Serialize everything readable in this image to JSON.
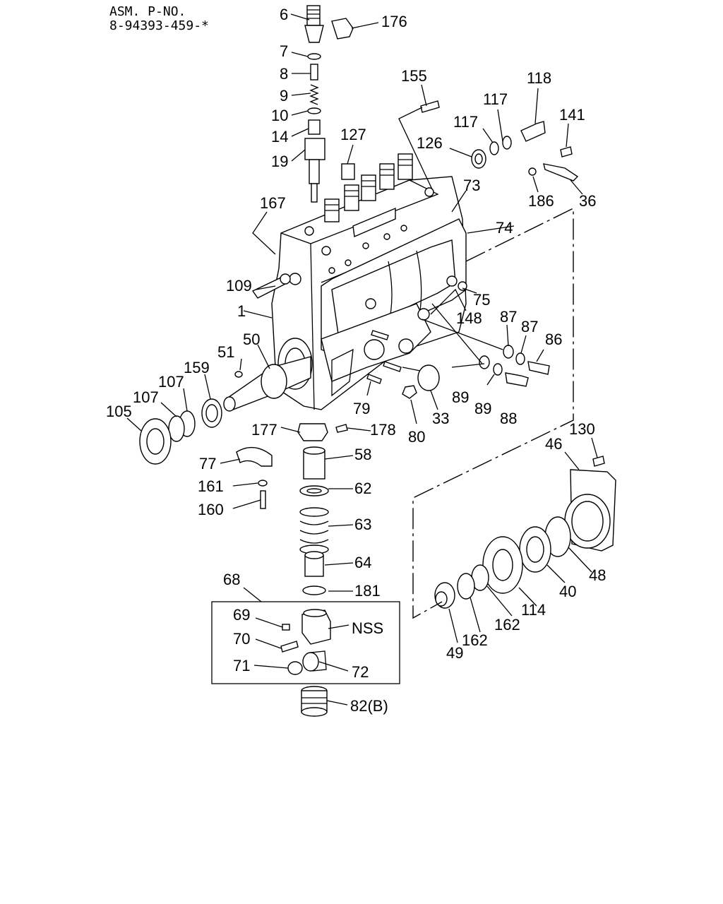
{
  "header": {
    "line1": "ASM. P-NO.",
    "line2": "8-94393-459-*"
  },
  "labels": {
    "p6": "6",
    "p176": "176",
    "p7": "7",
    "p8": "8",
    "p9": "9",
    "p10": "10",
    "p14": "14",
    "p19": "19",
    "p127": "127",
    "p155": "155",
    "p117a": "117",
    "p117b": "117",
    "p118": "118",
    "p141": "141",
    "p126": "126",
    "p186": "186",
    "p36": "36",
    "p73": "73",
    "p167": "167",
    "p74": "74",
    "p109": "109",
    "p75": "75",
    "p1": "1",
    "p148": "148",
    "p87a": "87",
    "p87b": "87",
    "p86": "86",
    "p50": "50",
    "p51": "51",
    "p159": "159",
    "p107a": "107",
    "p107b": "107",
    "p105": "105",
    "p89a": "89",
    "p89b": "89",
    "p79": "79",
    "p33": "33",
    "p88": "88",
    "p80": "80",
    "p177": "177",
    "p178": "178",
    "p58": "58",
    "p77": "77",
    "p130": "130",
    "p46": "46",
    "p161": "161",
    "p62": "62",
    "p160": "160",
    "p63": "63",
    "p48": "48",
    "p40": "40",
    "p64": "64",
    "p114": "114",
    "p68": "68",
    "p181": "181",
    "p162a": "162",
    "p162b": "162",
    "p69": "69",
    "pNSS": "NSS",
    "p70": "70",
    "p49": "49",
    "p71": "71",
    "p72": "72",
    "p82": "82(B)"
  }
}
